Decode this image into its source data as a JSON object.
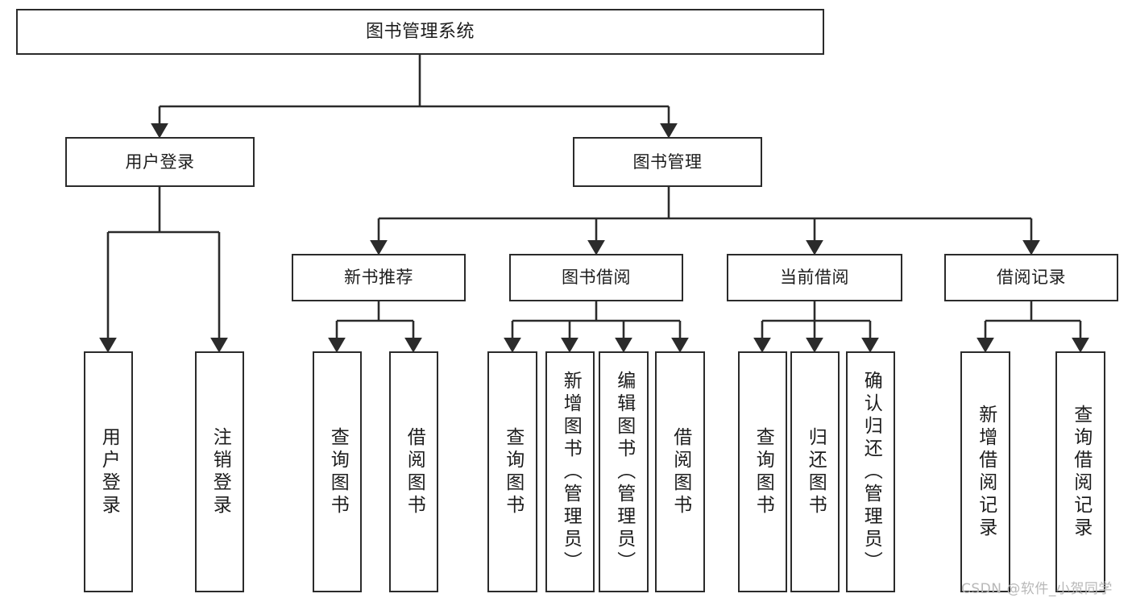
{
  "diagram": {
    "type": "tree-hierarchy-diagram",
    "title_box": {
      "label": "图书管理系统"
    },
    "level2": [
      {
        "id": "user-login",
        "label": "用户登录"
      },
      {
        "id": "book-management",
        "label": "图书管理"
      }
    ],
    "level3": [
      {
        "id": "new-book-recommend",
        "label": "新书推荐"
      },
      {
        "id": "book-borrow",
        "label": "图书借阅"
      },
      {
        "id": "current-borrow",
        "label": "当前借阅"
      },
      {
        "id": "borrow-record",
        "label": "借阅记录"
      }
    ],
    "leaves": {
      "user_login": [
        {
          "id": "leaf-user-login",
          "label": "用户登录"
        },
        {
          "id": "leaf-logout-login",
          "label": "注销登录"
        }
      ],
      "new_book_recommend": [
        {
          "id": "leaf-query-book-1",
          "label": "查询图书"
        },
        {
          "id": "leaf-borrow-book-1",
          "label": "借阅图书"
        }
      ],
      "book_borrow": [
        {
          "id": "leaf-query-book-2",
          "label": "查询图书"
        },
        {
          "id": "leaf-add-book-admin",
          "label": "新增图书（管理员）"
        },
        {
          "id": "leaf-edit-book-admin",
          "label": "编辑图书（管理员）"
        },
        {
          "id": "leaf-borrow-book-2",
          "label": "借阅图书"
        }
      ],
      "current_borrow": [
        {
          "id": "leaf-query-book-3",
          "label": "查询图书"
        },
        {
          "id": "leaf-return-book",
          "label": "归还图书"
        },
        {
          "id": "leaf-confirm-return-admin",
          "label": "确认归还（管理员）"
        }
      ],
      "borrow_record": [
        {
          "id": "leaf-add-borrow-record",
          "label": "新增借阅记录"
        },
        {
          "id": "leaf-query-borrow-record",
          "label": "查询借阅记录"
        }
      ]
    },
    "watermark": {
      "text": "CSDN @软件_小贺同学"
    },
    "colors": {
      "border": "#2b2b2b",
      "background": "#ffffff",
      "text": "#1d1d1d",
      "watermark": "#b8b8b8"
    }
  }
}
